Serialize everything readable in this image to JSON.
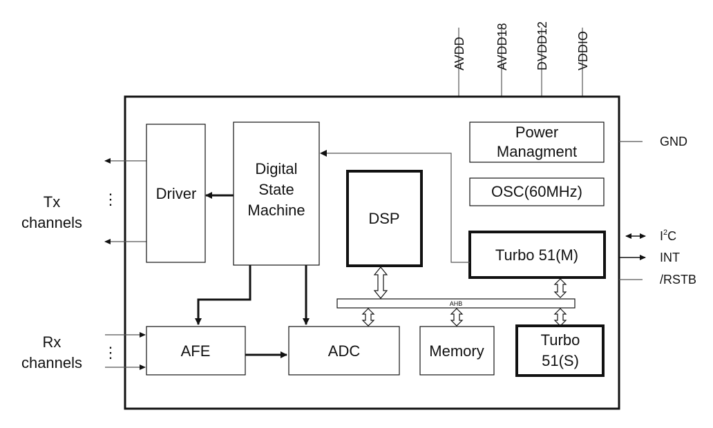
{
  "supplies": [
    "AVDD",
    "AVDD18",
    "DVDD12",
    "VDDIO"
  ],
  "left": {
    "tx_line1": "Tx",
    "tx_line2": "channels",
    "rx_line1": "Rx",
    "rx_line2": "channels",
    "ellipsis": "⋮"
  },
  "right": {
    "gnd": "GND",
    "i2c_main": "I",
    "i2c_sup": "2",
    "i2c_tail": "C",
    "int": "INT",
    "rstb": "/RSTB"
  },
  "blocks": {
    "driver": "Driver",
    "dsm_line1": "Digital",
    "dsm_line2": "State",
    "dsm_line3": "Machine",
    "dsp": "DSP",
    "power_line1": "Power",
    "power_line2": "Managment",
    "osc": "OSC(60MHz)",
    "turbo_m": "Turbo 51(M)",
    "ahb": "AHB",
    "afe": "AFE",
    "adc": "ADC",
    "memory": "Memory",
    "turbo_s_line1": "Turbo",
    "turbo_s_line2": "51(S)"
  }
}
